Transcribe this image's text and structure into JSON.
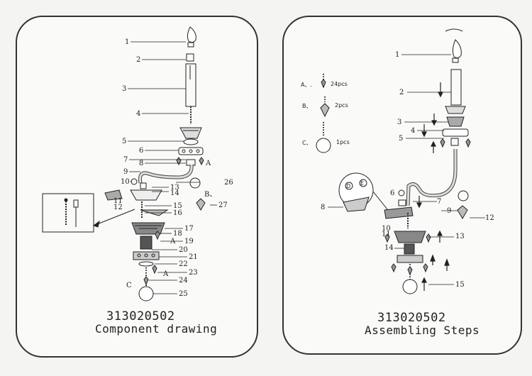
{
  "left": {
    "callouts": [
      "1",
      "2",
      "3",
      "4",
      "5",
      "6",
      "7",
      "8",
      "9",
      "10",
      "11",
      "12",
      "13",
      "14",
      "15",
      "16",
      "17",
      "18",
      "19",
      "20",
      "21",
      "22",
      "23",
      "24",
      "25",
      "26",
      "27"
    ],
    "letters": {
      "a1": "A",
      "b": "B、",
      "a2": "A",
      "a3": "A",
      "c": "C"
    },
    "code": "313020502",
    "caption": "Component drawing"
  },
  "right": {
    "callouts": [
      "1",
      "2",
      "3",
      "4",
      "5",
      "6",
      "7",
      "8",
      "9",
      "10",
      "11",
      "12",
      "13",
      "14",
      "15"
    ],
    "legend": [
      {
        "letter": "A、.",
        "count": "24pcs"
      },
      {
        "letter": "B、",
        "count": "2pcs"
      },
      {
        "letter": "C、",
        "count": "1pcs"
      }
    ],
    "zoom_letters": [
      "D",
      "E"
    ],
    "code": "313020502",
    "caption": "Assembling Steps"
  }
}
